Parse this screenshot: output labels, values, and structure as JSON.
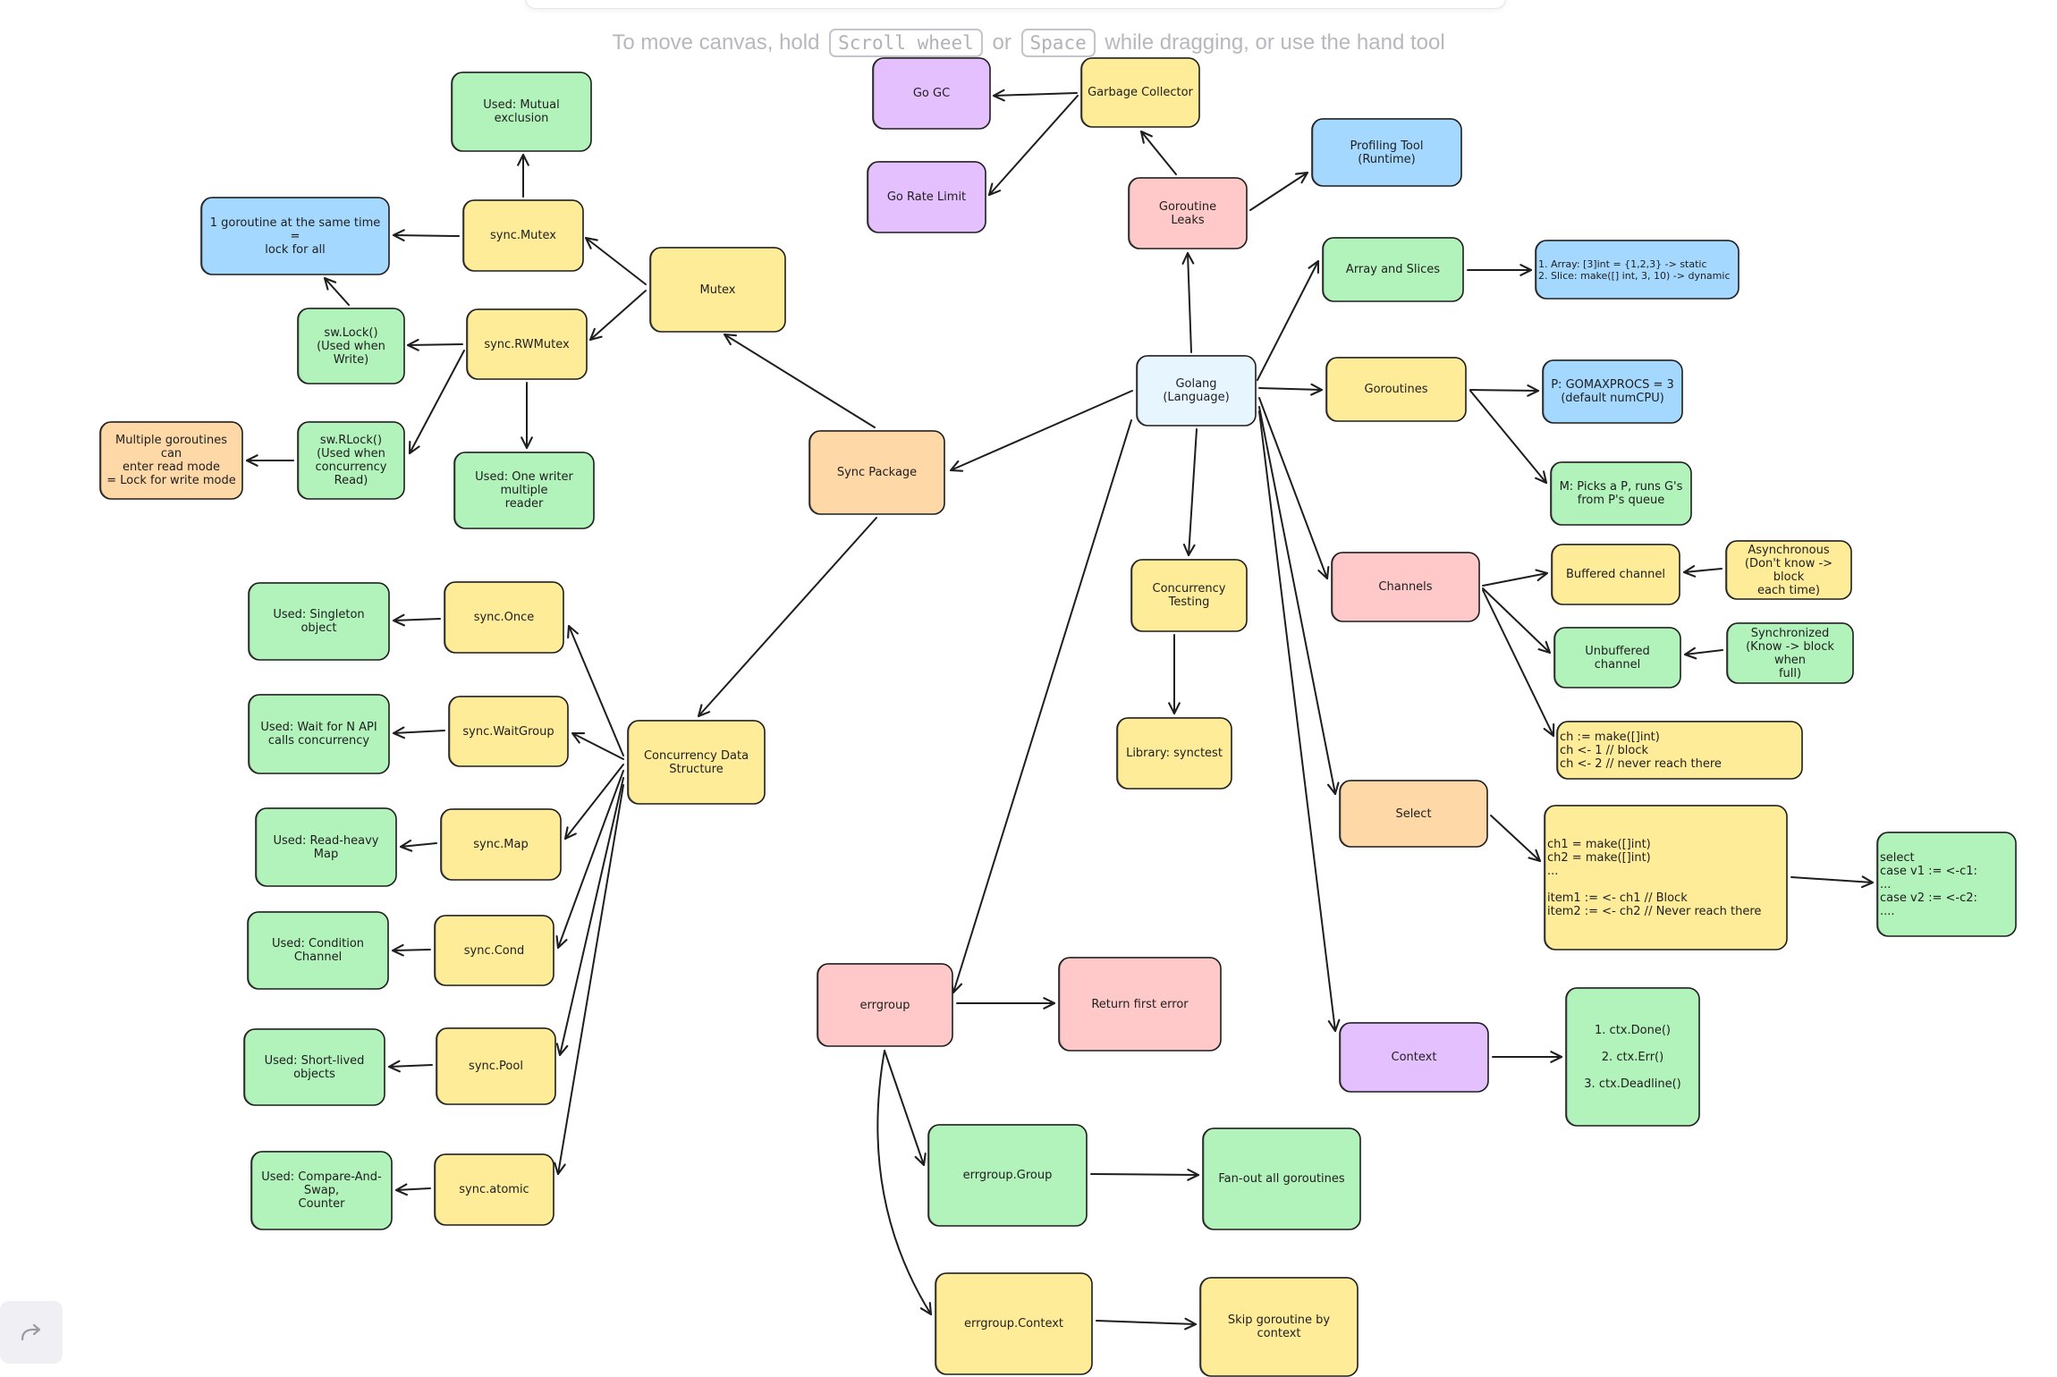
{
  "hint": {
    "before": "To move canvas, hold",
    "key1": "Scroll wheel",
    "or": "or",
    "key2": "Space",
    "after": "while dragging, or use the hand tool"
  },
  "colors": {
    "yellow": "#ffec99",
    "green": "#b2f2bb",
    "blue": "#a5d8ff",
    "orange": "#ffd8a8",
    "red": "#ffc9c9",
    "purple": "#e5c0ff",
    "lightblue": "#e7f5ff",
    "stroke": "#1e1e1e"
  },
  "toolbar": {
    "redo_icon": "redo-icon"
  },
  "nodes": [
    {
      "id": "golang",
      "text": "Golang\n(Language)",
      "color": "lightblue"
    },
    {
      "id": "sync-package",
      "text": "Sync Package",
      "color": "orange"
    },
    {
      "id": "mutex",
      "text": "Mutex",
      "color": "yellow"
    },
    {
      "id": "sync-mutex",
      "text": "sync.Mutex",
      "color": "yellow"
    },
    {
      "id": "sync-rwmutex",
      "text": "sync.RWMutex",
      "color": "yellow"
    },
    {
      "id": "used-mutual",
      "text": "Used: Mutual exclusion",
      "color": "green"
    },
    {
      "id": "one-goroutine",
      "text": "1 goroutine at the same time =\nlock for all",
      "color": "blue"
    },
    {
      "id": "sw-lock",
      "text": "sw.Lock()\n(Used when Write)",
      "color": "green"
    },
    {
      "id": "sw-rlock",
      "text": "sw.RLock()\n(Used when\nconcurrency Read)",
      "color": "green"
    },
    {
      "id": "multiple-goroutines",
      "text": "Multiple goroutines can\nenter read mode\n= Lock for write mode",
      "color": "orange"
    },
    {
      "id": "used-one-writer",
      "text": "Used: One writer multiple\nreader",
      "color": "green"
    },
    {
      "id": "concurrency-ds",
      "text": "Concurrency Data\nStructure",
      "color": "yellow"
    },
    {
      "id": "sync-once",
      "text": "sync.Once",
      "color": "yellow"
    },
    {
      "id": "used-singleton",
      "text": "Used: Singleton object",
      "color": "green"
    },
    {
      "id": "sync-waitgroup",
      "text": "sync.WaitGroup",
      "color": "yellow"
    },
    {
      "id": "used-wait",
      "text": "Used: Wait for N API\ncalls concurrency",
      "color": "green"
    },
    {
      "id": "sync-map",
      "text": "sync.Map",
      "color": "yellow"
    },
    {
      "id": "used-readheavy",
      "text": "Used: Read-heavy Map",
      "color": "green"
    },
    {
      "id": "sync-cond",
      "text": "sync.Cond",
      "color": "yellow"
    },
    {
      "id": "used-condition",
      "text": "Used: Condition Channel",
      "color": "green"
    },
    {
      "id": "sync-pool",
      "text": "sync.Pool",
      "color": "yellow"
    },
    {
      "id": "used-shortlived",
      "text": "Used: Short-lived objects",
      "color": "green"
    },
    {
      "id": "sync-atomic",
      "text": "sync.atomic",
      "color": "yellow"
    },
    {
      "id": "used-cas",
      "text": "Used: Compare-And-Swap,\nCounter",
      "color": "green"
    },
    {
      "id": "garbage-collector",
      "text": "Garbage Collector",
      "color": "yellow"
    },
    {
      "id": "go-gc",
      "text": "Go GC",
      "color": "purple"
    },
    {
      "id": "go-rate-limit",
      "text": "Go Rate Limit",
      "color": "purple"
    },
    {
      "id": "goroutine-leaks",
      "text": "Goroutine\nLeaks",
      "color": "red"
    },
    {
      "id": "profiling-tool",
      "text": "Profiling Tool\n(Runtime)",
      "color": "blue"
    },
    {
      "id": "array-slices",
      "text": "Array and Slices",
      "color": "green"
    },
    {
      "id": "array-info",
      "text": "1. Array: [3]int = {1,2,3} -> static\n2. Slice: make([] int, 3, 10) -> dynamic",
      "color": "blue",
      "align": "left",
      "small": true
    },
    {
      "id": "goroutines",
      "text": "Goroutines",
      "color": "yellow"
    },
    {
      "id": "gomaxprocs",
      "text": "P: GOMAXPROCS = 3\n(default numCPU)",
      "color": "blue"
    },
    {
      "id": "m-picks",
      "text": "M: Picks a P, runs G's\nfrom P's queue",
      "color": "green"
    },
    {
      "id": "channels",
      "text": "Channels",
      "color": "red"
    },
    {
      "id": "buffered-channel",
      "text": "Buffered channel",
      "color": "yellow"
    },
    {
      "id": "asynchronous",
      "text": "Asynchronous\n(Don't know -> block\neach time)",
      "color": "yellow"
    },
    {
      "id": "unbuffered-channel",
      "text": "Unbuffered channel",
      "color": "green"
    },
    {
      "id": "synchronized",
      "text": "Synchronized\n(Know -> block when\nfull)",
      "color": "green"
    },
    {
      "id": "ch-code",
      "text": "ch := make([]int)\nch <- 1 // block\nch <- 2 // never reach there",
      "color": "yellow",
      "align": "left"
    },
    {
      "id": "concurrency-testing",
      "text": "Concurrency Testing",
      "color": "yellow"
    },
    {
      "id": "library-synctest",
      "text": "Library: synctest",
      "color": "yellow"
    },
    {
      "id": "select",
      "text": "Select",
      "color": "orange"
    },
    {
      "id": "select-code",
      "text": "ch1 = make([]int)\nch2 = make([]int)\n...\n\nitem1 := <- ch1 // Block\nitem2 := <- ch2 // Never reach there",
      "color": "yellow",
      "align": "left"
    },
    {
      "id": "select-case",
      "text": "select\n      case v1 := <-c1:\n             ...\n      case v2 := <-c2:\n             ....",
      "color": "green",
      "align": "left"
    },
    {
      "id": "context",
      "text": "Context",
      "color": "purple"
    },
    {
      "id": "ctx-methods",
      "text": "1. ctx.Done()\n\n2. ctx.Err()\n\n3. ctx.Deadline()",
      "color": "green"
    },
    {
      "id": "errgroup",
      "text": "errgroup",
      "color": "red"
    },
    {
      "id": "return-first-error",
      "text": "Return first error",
      "color": "red"
    },
    {
      "id": "errgroup-group",
      "text": "errgroup.Group",
      "color": "green"
    },
    {
      "id": "fanout",
      "text": "Fan-out all goroutines",
      "color": "green"
    },
    {
      "id": "errgroup-context",
      "text": "errgroup.Context",
      "color": "yellow"
    },
    {
      "id": "skip-goroutine",
      "text": "Skip goroutine by context",
      "color": "yellow"
    }
  ],
  "edges": [
    [
      "golang",
      "sync-package"
    ],
    [
      "sync-package",
      "mutex"
    ],
    [
      "mutex",
      "sync-mutex"
    ],
    [
      "mutex",
      "sync-rwmutex"
    ],
    [
      "sync-mutex",
      "used-mutual"
    ],
    [
      "sync-mutex",
      "one-goroutine"
    ],
    [
      "sync-rwmutex",
      "sw-lock"
    ],
    [
      "sync-rwmutex",
      "sw-rlock"
    ],
    [
      "sync-rwmutex",
      "used-one-writer"
    ],
    [
      "sw-lock",
      "one-goroutine"
    ],
    [
      "sw-rlock",
      "multiple-goroutines"
    ],
    [
      "sync-package",
      "concurrency-ds"
    ],
    [
      "concurrency-ds",
      "sync-once"
    ],
    [
      "concurrency-ds",
      "sync-waitgroup"
    ],
    [
      "concurrency-ds",
      "sync-map"
    ],
    [
      "concurrency-ds",
      "sync-cond"
    ],
    [
      "concurrency-ds",
      "sync-pool"
    ],
    [
      "concurrency-ds",
      "sync-atomic"
    ],
    [
      "sync-once",
      "used-singleton"
    ],
    [
      "sync-waitgroup",
      "used-wait"
    ],
    [
      "sync-map",
      "used-readheavy"
    ],
    [
      "sync-cond",
      "used-condition"
    ],
    [
      "sync-pool",
      "used-shortlived"
    ],
    [
      "sync-atomic",
      "used-cas"
    ],
    [
      "golang",
      "goroutine-leaks"
    ],
    [
      "goroutine-leaks",
      "garbage-collector"
    ],
    [
      "goroutine-leaks",
      "profiling-tool"
    ],
    [
      "garbage-collector",
      "go-gc"
    ],
    [
      "garbage-collector",
      "go-rate-limit"
    ],
    [
      "golang",
      "array-slices"
    ],
    [
      "array-slices",
      "array-info"
    ],
    [
      "golang",
      "goroutines"
    ],
    [
      "goroutines",
      "gomaxprocs"
    ],
    [
      "goroutines",
      "m-picks"
    ],
    [
      "golang",
      "channels"
    ],
    [
      "channels",
      "buffered-channel"
    ],
    [
      "channels",
      "unbuffered-channel"
    ],
    [
      "channels",
      "ch-code"
    ],
    [
      "asynchronous",
      "buffered-channel"
    ],
    [
      "synchronized",
      "unbuffered-channel"
    ],
    [
      "golang",
      "concurrency-testing"
    ],
    [
      "concurrency-testing",
      "library-synctest"
    ],
    [
      "golang",
      "select"
    ],
    [
      "select",
      "select-code"
    ],
    [
      "select-code",
      "select-case"
    ],
    [
      "golang",
      "context"
    ],
    [
      "context",
      "ctx-methods"
    ],
    [
      "golang",
      "errgroup"
    ],
    [
      "errgroup",
      "return-first-error"
    ],
    [
      "errgroup",
      "errgroup-group"
    ],
    [
      "errgroup",
      "errgroup-context"
    ],
    [
      "errgroup-group",
      "fanout"
    ],
    [
      "errgroup-context",
      "skip-goroutine"
    ]
  ]
}
